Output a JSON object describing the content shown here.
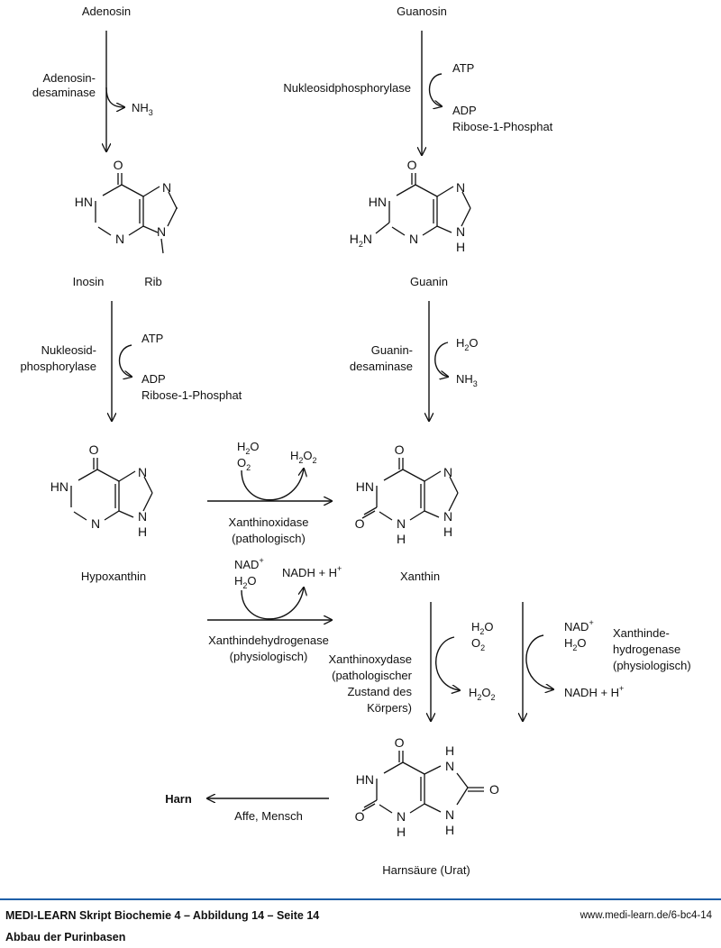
{
  "labels": {
    "adenosin": "Adenosin",
    "guanosin": "Guanosin",
    "adenosin_desaminase_1": "Adenosin-",
    "adenosin_desaminase_2": "desaminase",
    "nh3": "NH",
    "sub3": "3",
    "nukleosidphosphorylase": "Nukleosidphosphorylase",
    "atp": "ATP",
    "adp": "ADP",
    "ribose_1_phosphat": "Ribose-1-Phosphat",
    "inosin": "Inosin",
    "rib": "Rib",
    "guanin": "Guanin",
    "nukleosid_phos_1": "Nukleosid-",
    "nukleosid_phos_2": "phosphorylase",
    "guanin_desaminase_1": "Guanin-",
    "guanin_desaminase_2": "desaminase",
    "h2o": "H",
    "o2": "O",
    "sub2": "2",
    "hypoxanthin": "Hypoxanthin",
    "xanthin": "Xanthin",
    "xanthinoxidase": "Xanthinoxidase",
    "pathologisch": "(pathologisch)",
    "nad": "NAD",
    "plus_sup": "+",
    "nadh": "NADH + H",
    "xanthindehydrogenase": "Xanthindehydrogenase",
    "physiologisch": "(physiologisch)",
    "xanthinoxydase": "Xanthinoxydase",
    "pathologischer": "(pathologischer",
    "zustand_des": "Zustand des",
    "koerpers": "Körpers)",
    "xanthinde_1": "Xanthinde-",
    "xanthinde_2": "hydrogenase",
    "xanthinde_3": "(physiologisch)",
    "harn": "Harn",
    "affe_mensch": "Affe, Mensch",
    "harnsaeure": "Harnsäure (Urat)"
  },
  "atoms": {
    "O": "O",
    "N": "N",
    "H": "H",
    "HN": "HN",
    "H2N": "H"
  },
  "footer": {
    "title": "MEDI-LEARN Skript Biochemie 4 – Abbildung 14 – Seite 14",
    "subtitle": "Abbau der Purinbasen",
    "url": "www.medi-learn.de/6-bc4-14"
  }
}
